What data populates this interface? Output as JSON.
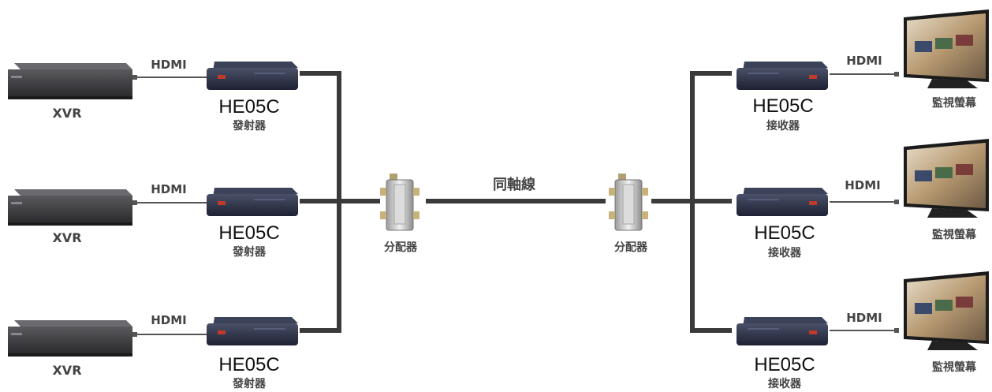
{
  "cable_label": "HDMI",
  "sources": [
    {
      "device": "XVR",
      "model": "HE05C",
      "role": "發射器"
    },
    {
      "device": "XVR",
      "model": "HE05C",
      "role": "發射器"
    },
    {
      "device": "XVR",
      "model": "HE05C",
      "role": "發射器"
    }
  ],
  "splitters": [
    {
      "label": "分配器"
    },
    {
      "label": "分配器"
    }
  ],
  "trunk_label": "同軸線",
  "sinks": [
    {
      "model": "HE05C",
      "role": "接收器",
      "device": "監視螢幕"
    },
    {
      "model": "HE05C",
      "role": "接收器",
      "device": "監視螢幕"
    },
    {
      "model": "HE05C",
      "role": "接收器",
      "device": "監視螢幕"
    }
  ],
  "colors": {
    "cable": "#3a3a3a",
    "device_body": "#2a2a2c",
    "extender_body": "#24283a",
    "led": "#c0392b"
  }
}
